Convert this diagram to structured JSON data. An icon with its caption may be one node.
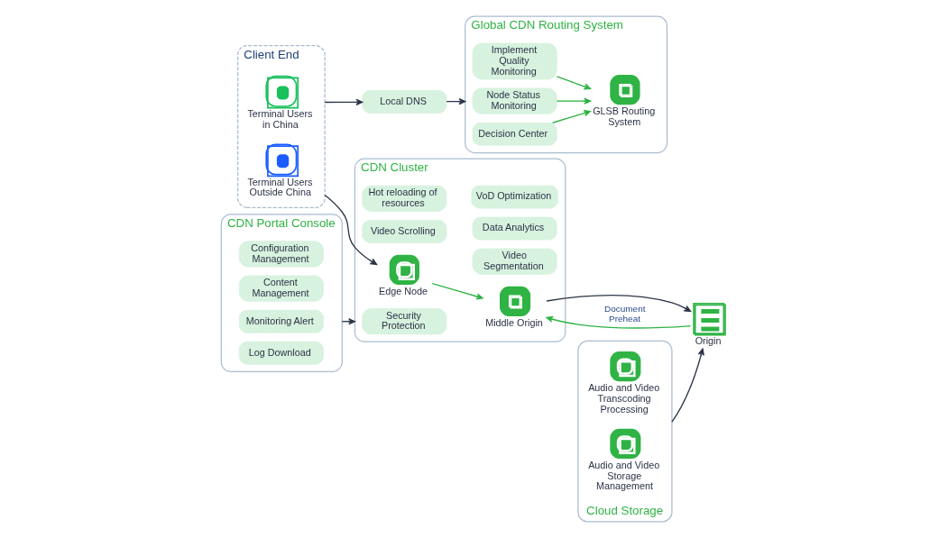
{
  "diagram": {
    "nodes": [
      {
        "text": [
          "Local DNS"
        ]
      },
      {
        "text": [
          "Global CDN Routing System"
        ]
      },
      {
        "text": [
          "GLSB Routing System"
        ],
        "in": 1
      },
      {
        "text": [
          "Implement Quality Monitoring"
        ],
        "in": 1
      },
      {
        "text": [
          "Node Status Monitoring"
        ],
        "in": 1
      },
      {
        "text": [
          "Decision Center"
        ],
        "in": 1
      },
      {
        "text": [
          "CDN Portal Console"
        ]
      },
      {
        "text": [
          "Configuration Management"
        ],
        "in": 6
      },
      {
        "text": [
          "Content Management"
        ],
        "in": 6
      },
      {
        "text": [
          "Monitoring Alert"
        ],
        "in": 6
      },
      {
        "text": [
          "Log Download"
        ],
        "in": 6
      },
      {
        "text": [
          "Client End"
        ]
      },
      {
        "text": [
          "Terminal Users in China"
        ],
        "in": 11
      },
      {
        "text": [
          "Terminal Users Outside China"
        ],
        "in": 11
      },
      {
        "text": [
          "CDN Cluster"
        ]
      },
      {
        "text": [
          "Hot reloading of resources"
        ],
        "in": 14
      },
      {
        "text": [
          "Video Scrolling"
        ],
        "in": 14
      },
      {
        "text": [
          "Security Protection"
        ],
        "in": 14
      },
      {
        "text": [
          "VoD Optimization"
        ],
        "in": 14
      },
      {
        "text": [
          "Data Analytics"
        ],
        "in": 14
      },
      {
        "text": [
          "Video Segmentation"
        ],
        "in": 14
      },
      {
        "text": [
          "Edge Node"
        ],
        "in": 14
      },
      {
        "text": [
          "Middle Origin"
        ],
        "in": 14
      },
      {
        "text": [
          "Origin"
        ]
      },
      {
        "text": [
          "Cloud Storage"
        ]
      },
      {
        "text": [
          "Audio and Video Transcoding Processing"
        ],
        "in": 24
      },
      {
        "text": [
          "Audio and Video Storage Management"
        ],
        "in": 24
      }
    ],
    "edges": [
      {
        "from": 11,
        "to": 0,
        "arrow": "to"
      },
      {
        "from": 0,
        "to": 1,
        "arrow": "to"
      },
      {
        "from": 3,
        "to": 2,
        "arrow": "to",
        "color": "#2fb344"
      },
      {
        "from": 4,
        "to": 2,
        "arrow": "to",
        "color": "#2fb344"
      },
      {
        "from": 5,
        "to": 2,
        "arrow": "to",
        "color": "#2fb344"
      },
      {
        "from": 6,
        "to": 14,
        "arrow": "to"
      },
      {
        "from": 11,
        "to": 21,
        "arrow": "to"
      },
      {
        "from": 21,
        "to": 22,
        "arrow": "to",
        "color": "#2fb344"
      },
      {
        "from": 22,
        "to": 23,
        "arrow": "to"
      },
      {
        "from": 23,
        "to": 22,
        "arrow": "to",
        "label": "Document Preheat",
        "color": "#2fb344"
      },
      {
        "from": 24,
        "to": 23,
        "arrow": "to"
      }
    ]
  }
}
